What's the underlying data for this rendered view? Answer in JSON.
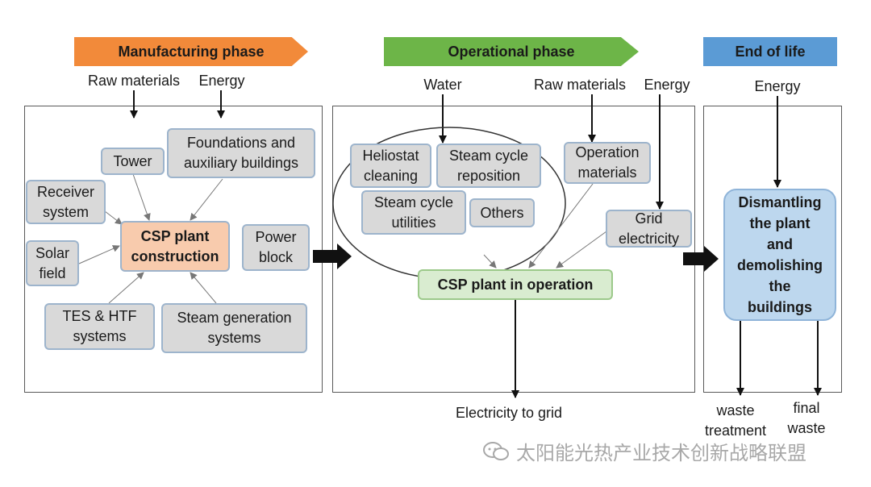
{
  "phases": {
    "manufacturing": "Manufacturing phase",
    "operational": "Operational phase",
    "end_of_life": "End of life"
  },
  "manufacturing": {
    "inputs": [
      "Raw materials",
      "Energy"
    ],
    "components": {
      "tower": "Tower",
      "foundations": "Foundations and\nauxiliary buildings",
      "receiver": "Receiver\nsystem",
      "solar_field": "Solar\nfield",
      "tes_htf": "TES & HTF\nsystems",
      "steam_generation": "Steam generation\nsystems",
      "power_block": "Power\nblock"
    },
    "central": "CSP plant\nconstruction"
  },
  "operational": {
    "inputs": [
      "Water",
      "Raw materials",
      "Energy"
    ],
    "components": {
      "heliostat_cleaning": "Heliostat\ncleaning",
      "steam_cycle_reposition": "Steam cycle\nreposition",
      "steam_cycle_utilities": "Steam cycle\nutilities",
      "others": "Others",
      "operation_materials": "Operation\nmaterials",
      "grid_electricity": "Grid\nelectricity"
    },
    "central": "CSP plant in operation",
    "output": "Electricity to grid"
  },
  "end_of_life": {
    "input": "Energy",
    "central": "Dismantling\nthe plant\nand\ndemolishing\nthe\nbuildings",
    "outputs": [
      "waste\ntreatment",
      "final\nwaste"
    ]
  },
  "watermark": "太阳能光热产业技术创新战略联盟",
  "colors": {
    "manufacturing_banner": "#f28a3a",
    "operational_banner": "#6db548",
    "end_of_life_banner": "#5b9bd5",
    "component_fill": "#d9d9d9",
    "component_border": "#9db4cc",
    "construction_fill": "#f8cbad",
    "operation_fill": "#d9ecd0",
    "dismantling_fill": "#bdd7ee"
  }
}
